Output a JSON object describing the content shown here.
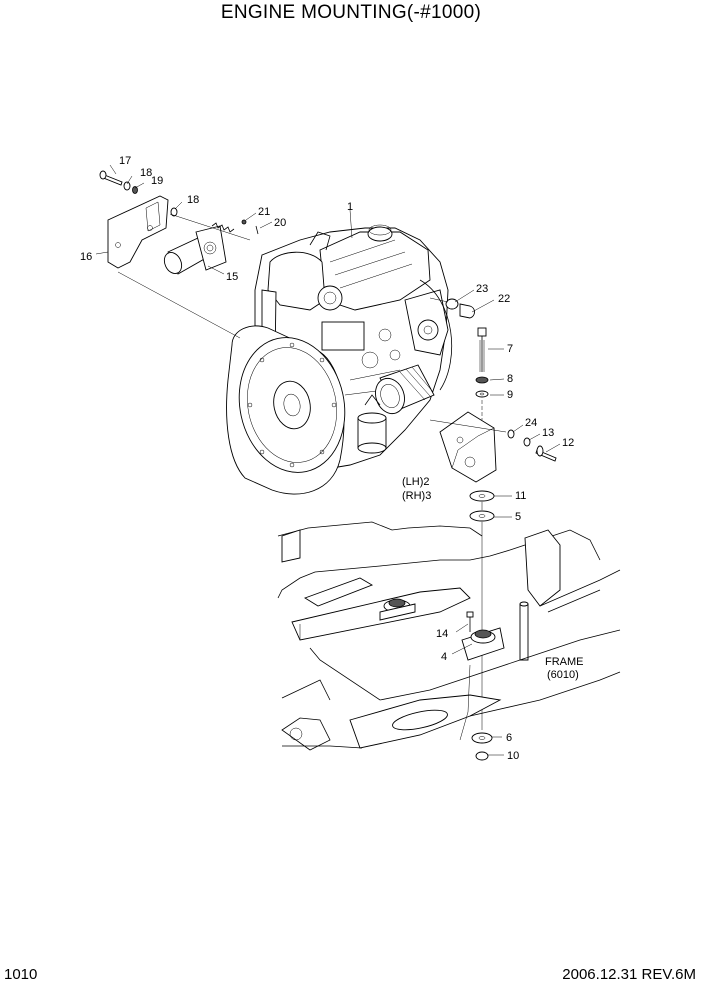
{
  "title": "ENGINE MOUNTING(-#1000)",
  "page_number": "1010",
  "revision": "2006.12.31 REV.6M",
  "frame_label": {
    "line1": "FRAME",
    "line2": "(6010)"
  },
  "side_labels": {
    "lh": "(LH)2",
    "rh": "(RH)3"
  },
  "callouts": {
    "c1": "1",
    "c4": "4",
    "c5": "5",
    "c6": "6",
    "c7": "7",
    "c8": "8",
    "c9": "9",
    "c10": "10",
    "c11": "11",
    "c12": "12",
    "c13": "13",
    "c14": "14",
    "c15": "15",
    "c16": "16",
    "c17": "17",
    "c18a": "18",
    "c18b": "18",
    "c19": "19",
    "c20": "20",
    "c21": "21",
    "c22": "22",
    "c23": "23",
    "c24": "24"
  }
}
